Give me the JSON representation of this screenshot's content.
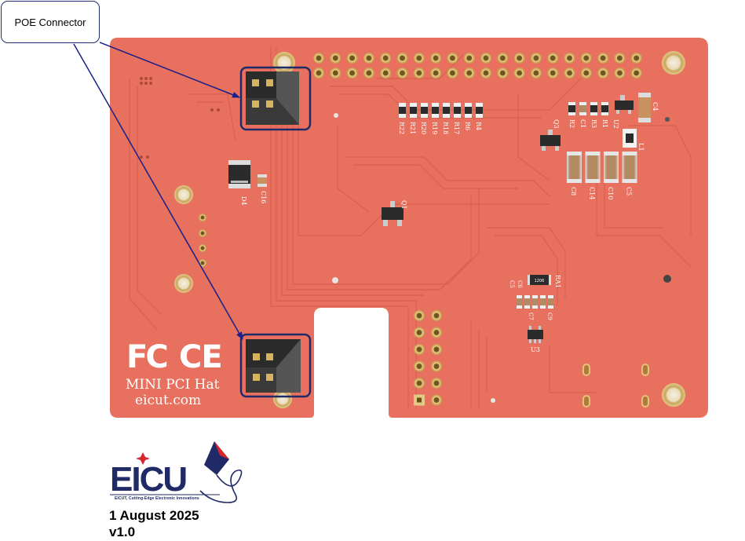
{
  "callout": {
    "label": "POE Connector"
  },
  "board": {
    "fcc_mark": "FC",
    "ce_mark": "CE",
    "name": "MINI PCI Hat",
    "website": "eicut.com",
    "resistors_top": [
      "R22",
      "R21",
      "R20",
      "R19",
      "R18",
      "R17",
      "R6",
      "R4"
    ],
    "right_group_labels": [
      "R2",
      "C1",
      "R3",
      "R1",
      "U2"
    ],
    "q3": "Q3",
    "q1": "Q1",
    "l1": "L1",
    "c4": "C4",
    "caps_big": [
      "C8",
      "C14",
      "C10",
      "C5"
    ],
    "c16": "C16",
    "d4": "D4",
    "ra1": "RA1",
    "ra1_value": "1206",
    "small_caps_top": [
      "C5",
      "C6"
    ],
    "small_caps_bottom": [
      "C7",
      "C9"
    ],
    "u3": "U3"
  },
  "logo": {
    "brand_name": "EICU",
    "tagline": "EICUT, Cutting-Edge Electronic Innovations"
  },
  "footer": {
    "date": "1 August 2025",
    "version": "v1.0"
  },
  "colors": {
    "pcb": "#e8705e",
    "pcb_trace": "#dc6352",
    "pad_gold": "#d8b86a",
    "callout_border": "#1e2a6a",
    "arrow": "#1a1f8c",
    "logo_navy": "#1f2a66",
    "logo_red": "#d8242c"
  }
}
